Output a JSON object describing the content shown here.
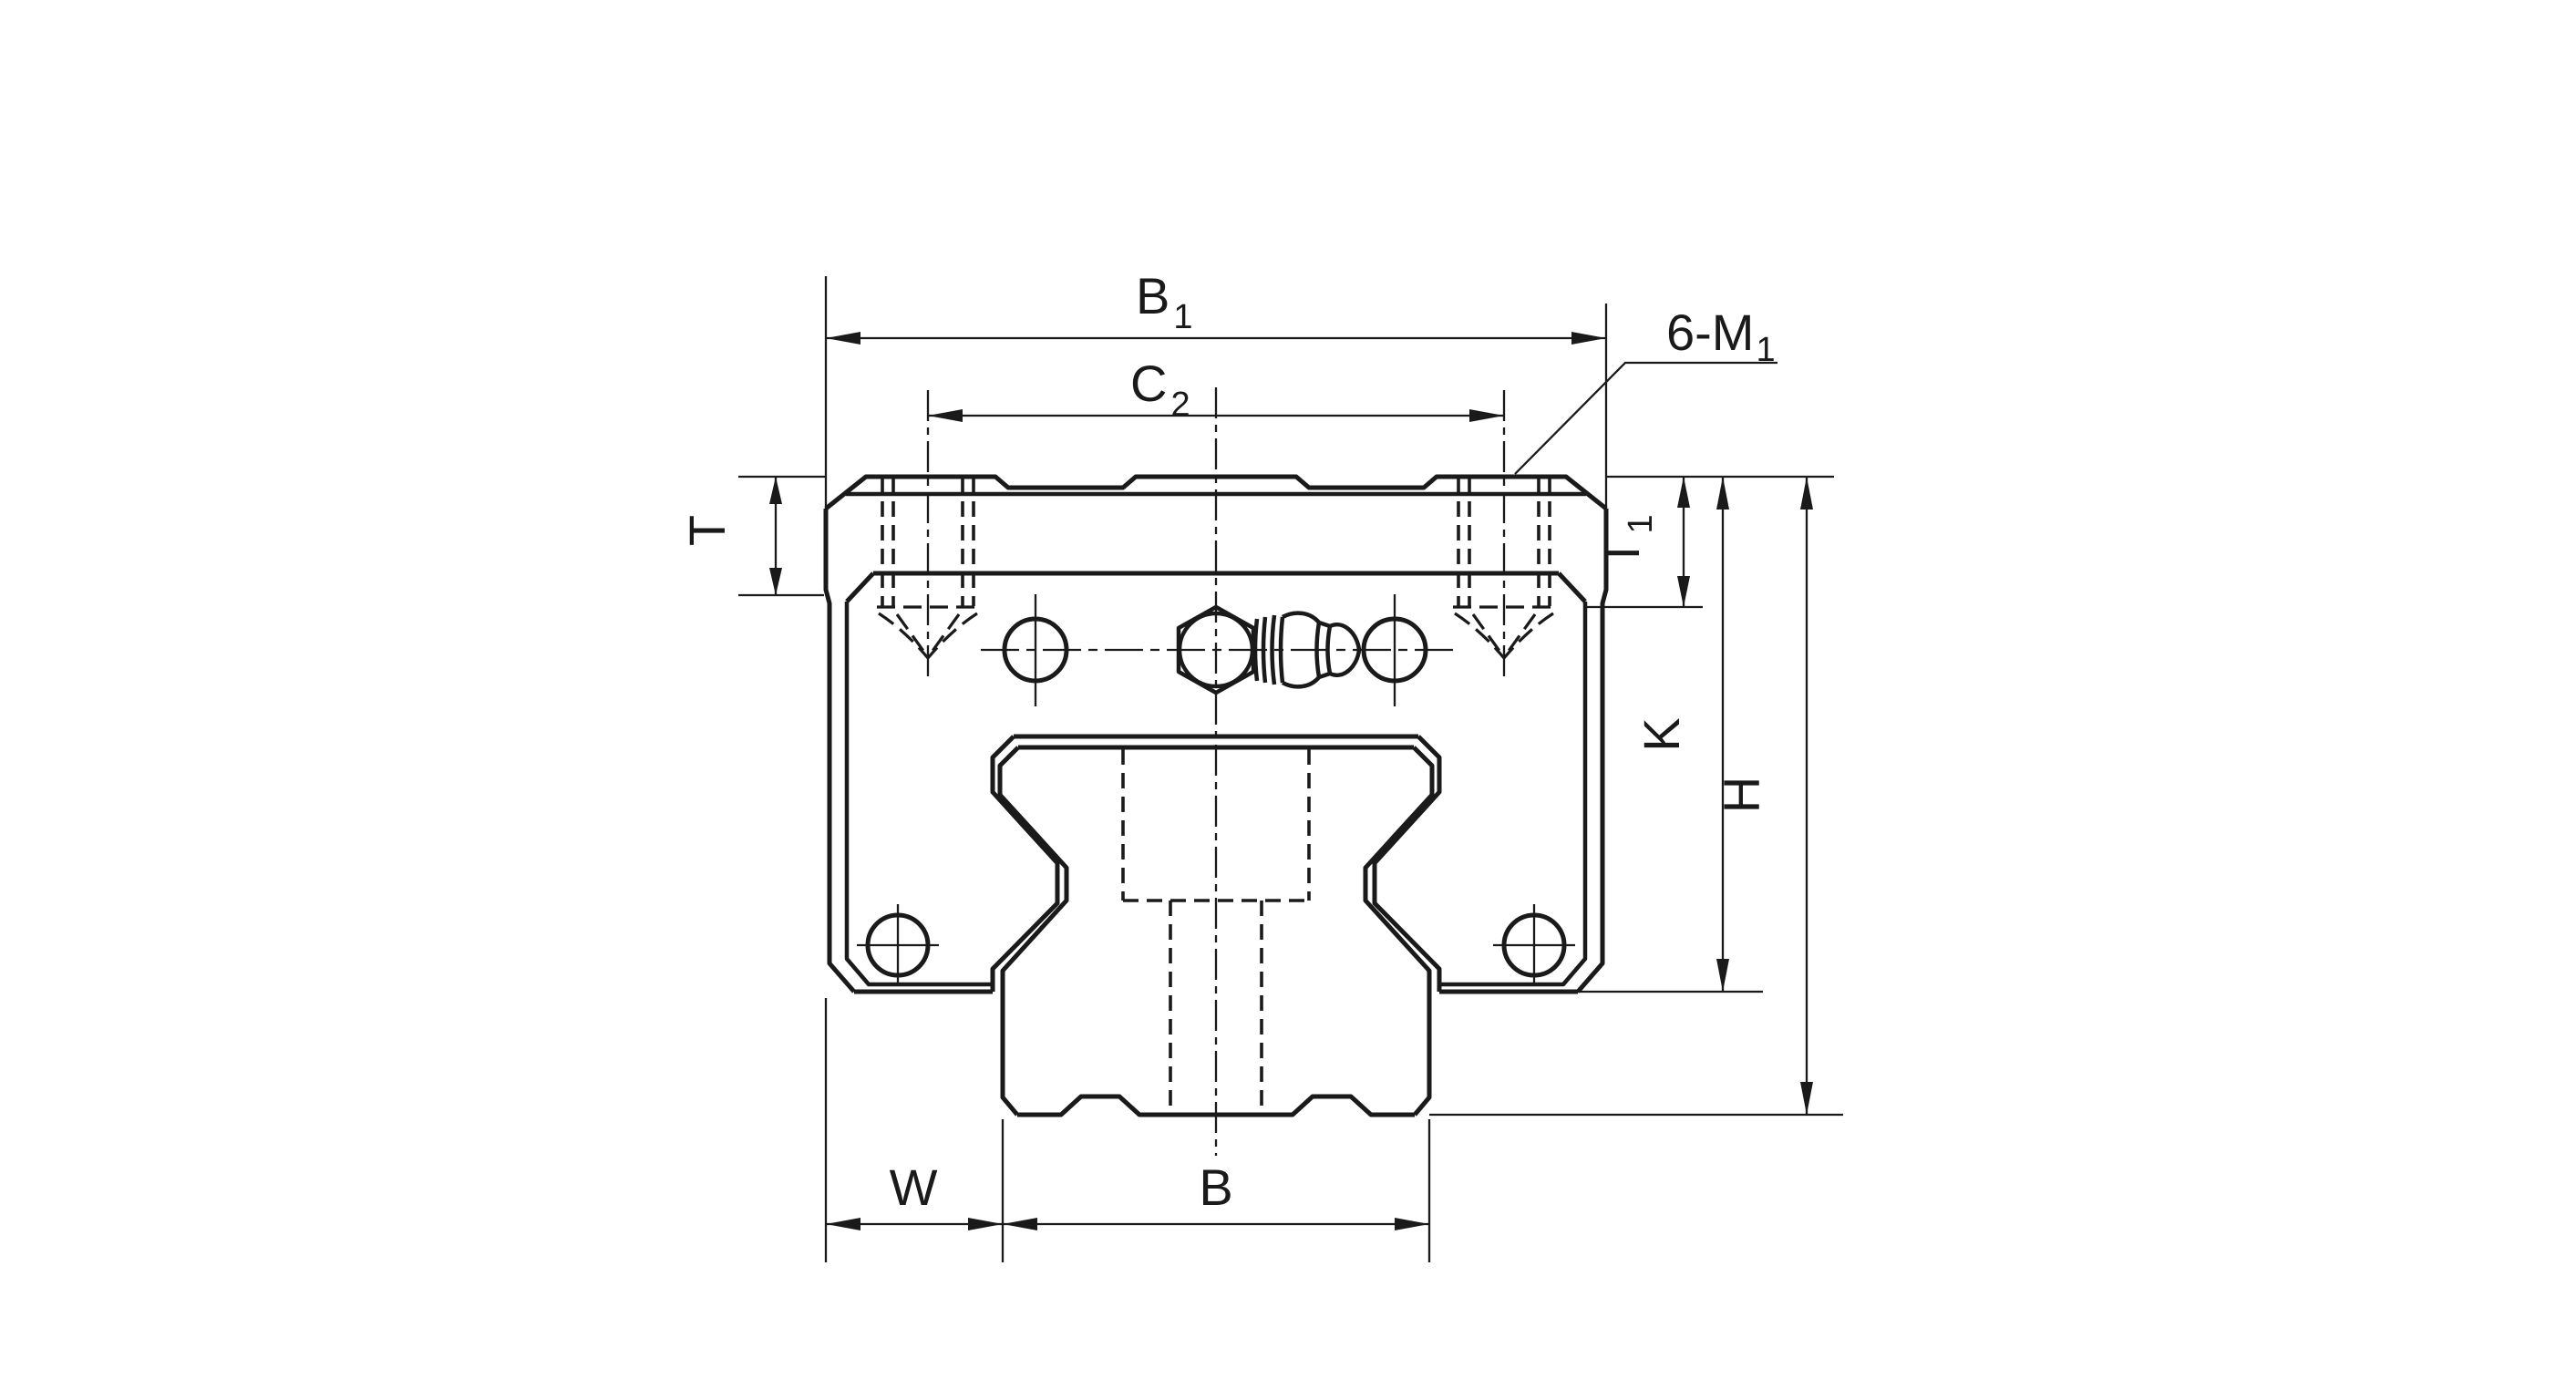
{
  "diagram": {
    "kind": "engineering-dimension-drawing",
    "colors": {
      "line": "#1a1a1a",
      "background": "#ffffff"
    },
    "labels": {
      "b1": {
        "main": "B",
        "sub": "1"
      },
      "c2": {
        "main": "C",
        "sub": "2"
      },
      "m1": {
        "main": "6-M",
        "sub": "1"
      },
      "t": {
        "main": "T",
        "sub": ""
      },
      "t1": {
        "main": "T",
        "sub": "1"
      },
      "k": {
        "main": "K",
        "sub": ""
      },
      "h": {
        "main": "H",
        "sub": ""
      },
      "w": {
        "main": "W",
        "sub": ""
      },
      "b": {
        "main": "B",
        "sub": ""
      }
    }
  }
}
